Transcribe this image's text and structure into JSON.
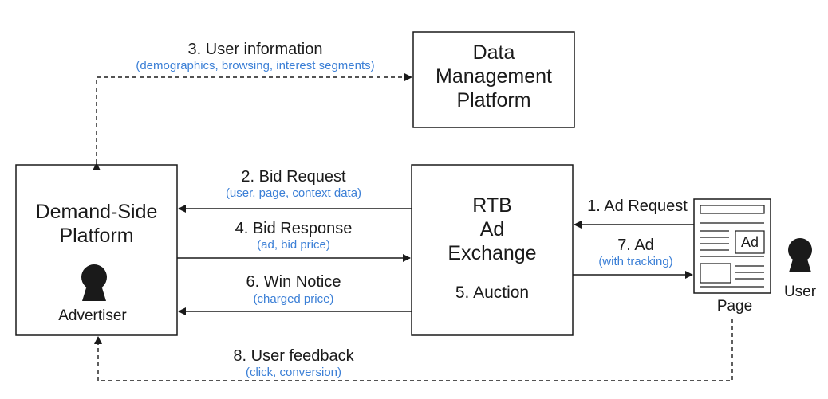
{
  "nodes": {
    "dmp": {
      "label_lines": [
        "Data",
        "Management",
        "Platform"
      ]
    },
    "dsp": {
      "label_lines": [
        "Demand-Side",
        "Platform"
      ],
      "person_label": "Advertiser"
    },
    "exchange": {
      "label_lines": [
        "RTB",
        "Ad",
        "Exchange"
      ],
      "note": "5. Auction"
    },
    "page": {
      "label": "Page",
      "ad_label": "Ad"
    },
    "user": {
      "label": "User"
    }
  },
  "edges": {
    "user_information": {
      "title": "3. User information",
      "detail": "(demographics, browsing, interest segments)"
    },
    "bid_request": {
      "title": "2. Bid Request",
      "detail": "(user, page, context data)"
    },
    "bid_response": {
      "title": "4. Bid Response",
      "detail": "(ad, bid price)"
    },
    "win_notice": {
      "title": "6. Win Notice",
      "detail": "(charged price)"
    },
    "ad_request": {
      "title": "1. Ad Request"
    },
    "ad": {
      "title": "7. Ad",
      "detail": "(with tracking)"
    },
    "user_feedback": {
      "title": "8. User feedback",
      "detail": "(click, conversion)"
    }
  },
  "colors": {
    "line": "#1a1a1a",
    "detail_text": "#3b7fd6"
  }
}
